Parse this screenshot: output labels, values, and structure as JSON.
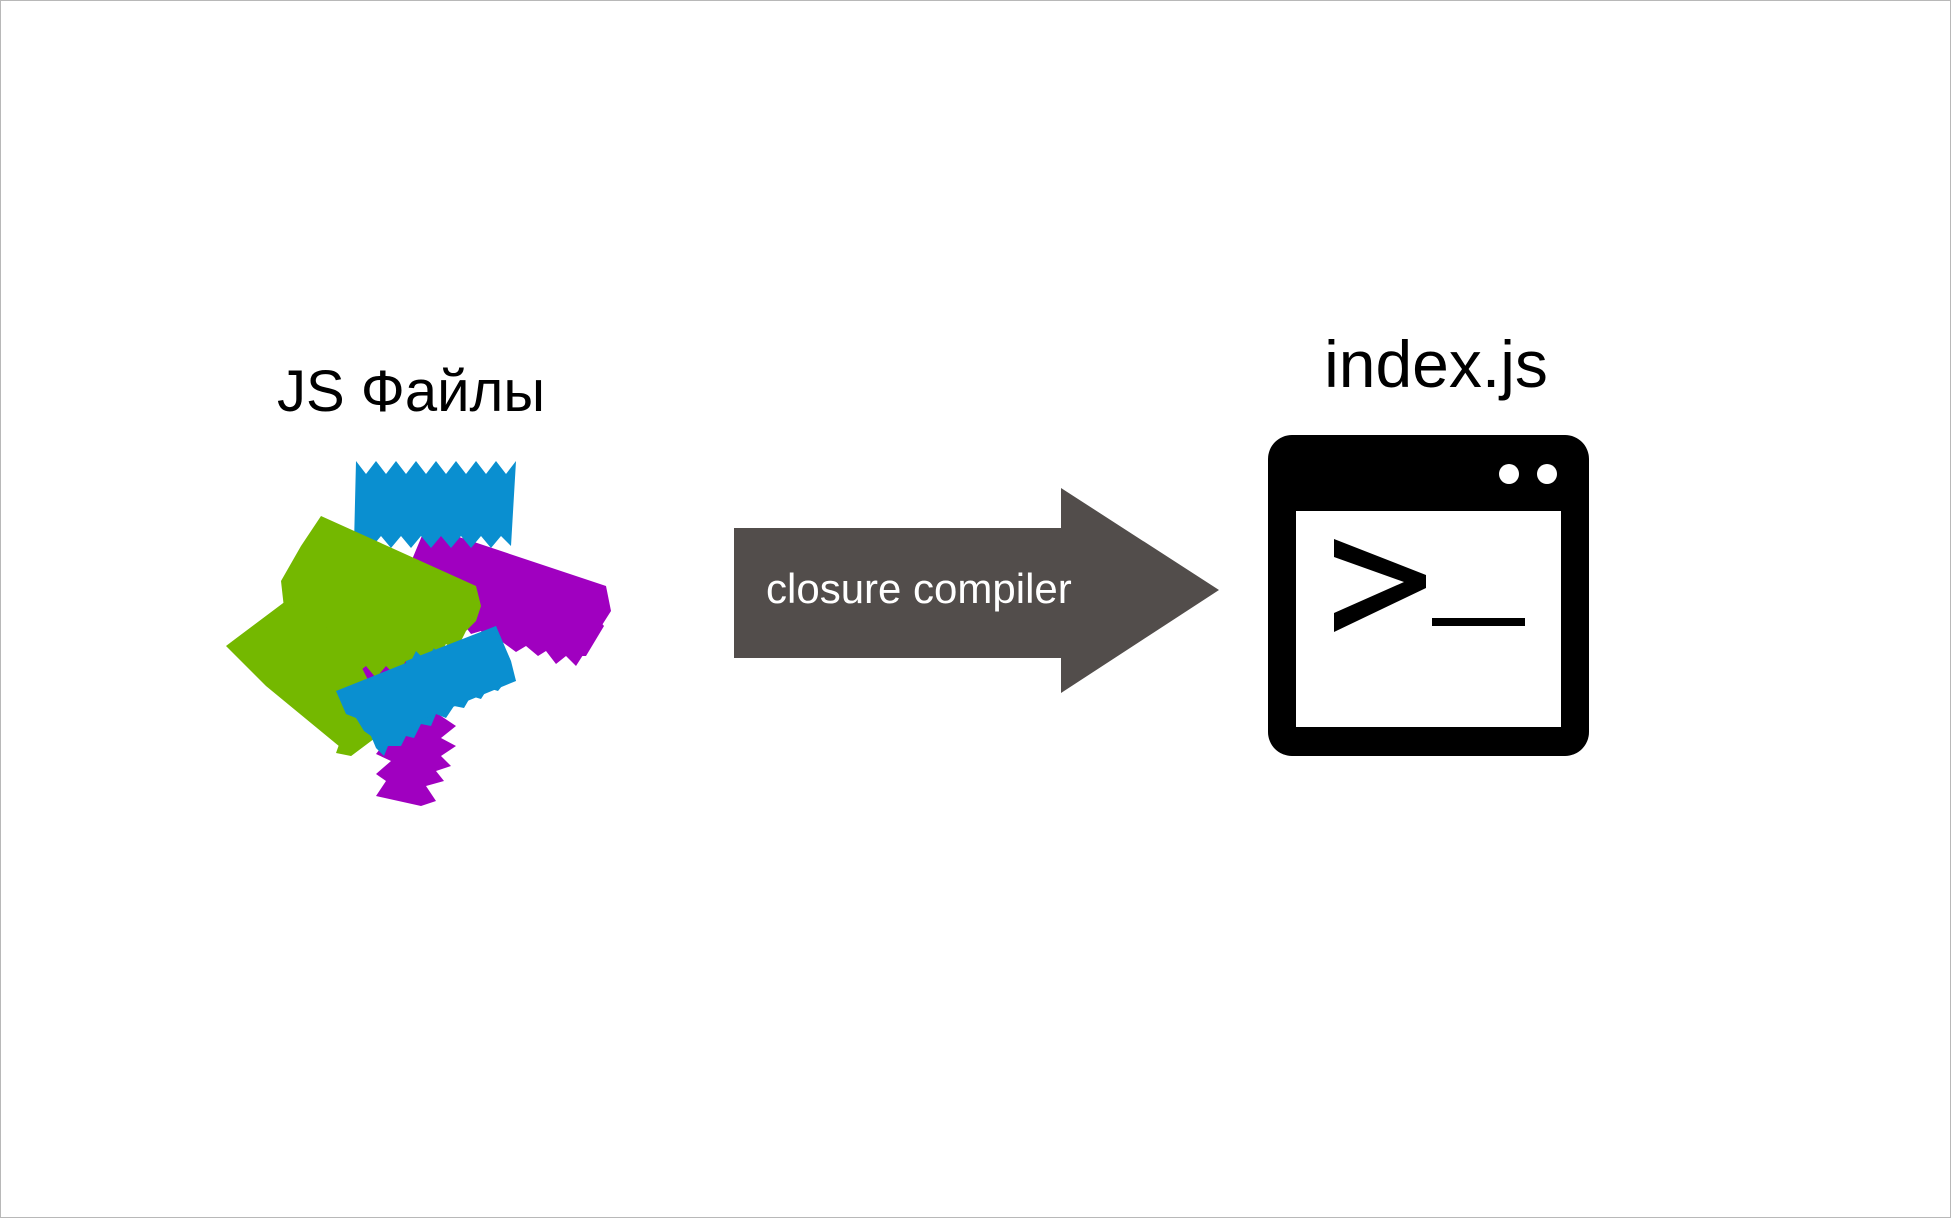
{
  "left": {
    "title": "JS Файлы",
    "icon": "js-files-stack-icon",
    "colors": {
      "blue": "#0a8fd0",
      "green": "#74b800",
      "purple": "#a000c0"
    }
  },
  "arrow": {
    "label": "closure compiler",
    "color": "#524d4b"
  },
  "right": {
    "title": "index.js",
    "icon": "terminal-window-icon",
    "prompt": ">_",
    "color": "#000000"
  }
}
